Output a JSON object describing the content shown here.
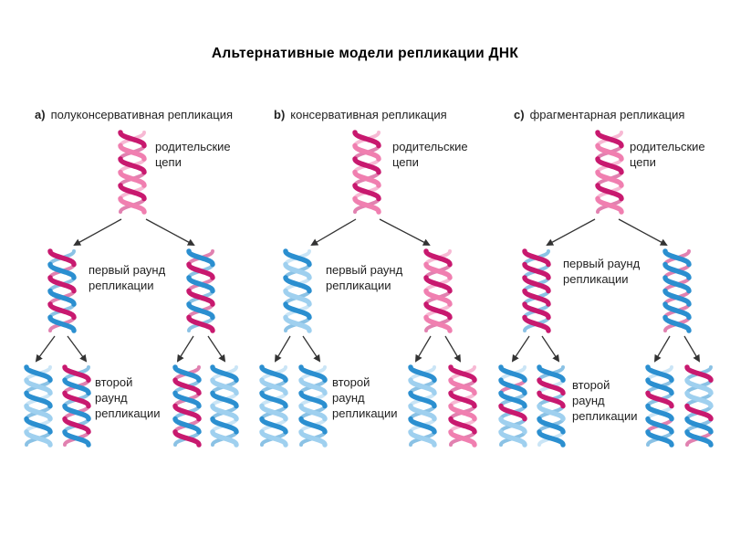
{
  "title": "Альтернативные модели репликации ДНК",
  "colors": {
    "parent_strand": "#c8196f",
    "parent_strand_light": "#f07fb0",
    "new_strand": "#2b8fd0",
    "new_strand_light": "#9fd0ef",
    "arrow": "#333333"
  },
  "panels": [
    {
      "letter": "a)",
      "name": "полуконсервативная репликация",
      "parent_label_1": "родительские",
      "parent_label_2": "цепи",
      "round1_label_1": "первый раунд",
      "round1_label_2": "репликации",
      "round2_label_1": "второй",
      "round2_label_2": "раунд",
      "round2_label_3": "репликации"
    },
    {
      "letter": "b)",
      "name": "консервативная репликация",
      "parent_label_1": "родительские",
      "parent_label_2": "цепи",
      "round1_label_1": "первый раунд",
      "round1_label_2": "репликации",
      "round2_label_1": "второй",
      "round2_label_2": "раунд",
      "round2_label_3": "репликации"
    },
    {
      "letter": "c)",
      "name": "фрагментарная репликация",
      "parent_label_1": "родительские",
      "parent_label_2": "цепи",
      "round1_label_1": "первый раунд",
      "round1_label_2": "репликации",
      "round2_label_1": "второй",
      "round2_label_2": "раунд",
      "round2_label_3": "репликации"
    }
  ]
}
